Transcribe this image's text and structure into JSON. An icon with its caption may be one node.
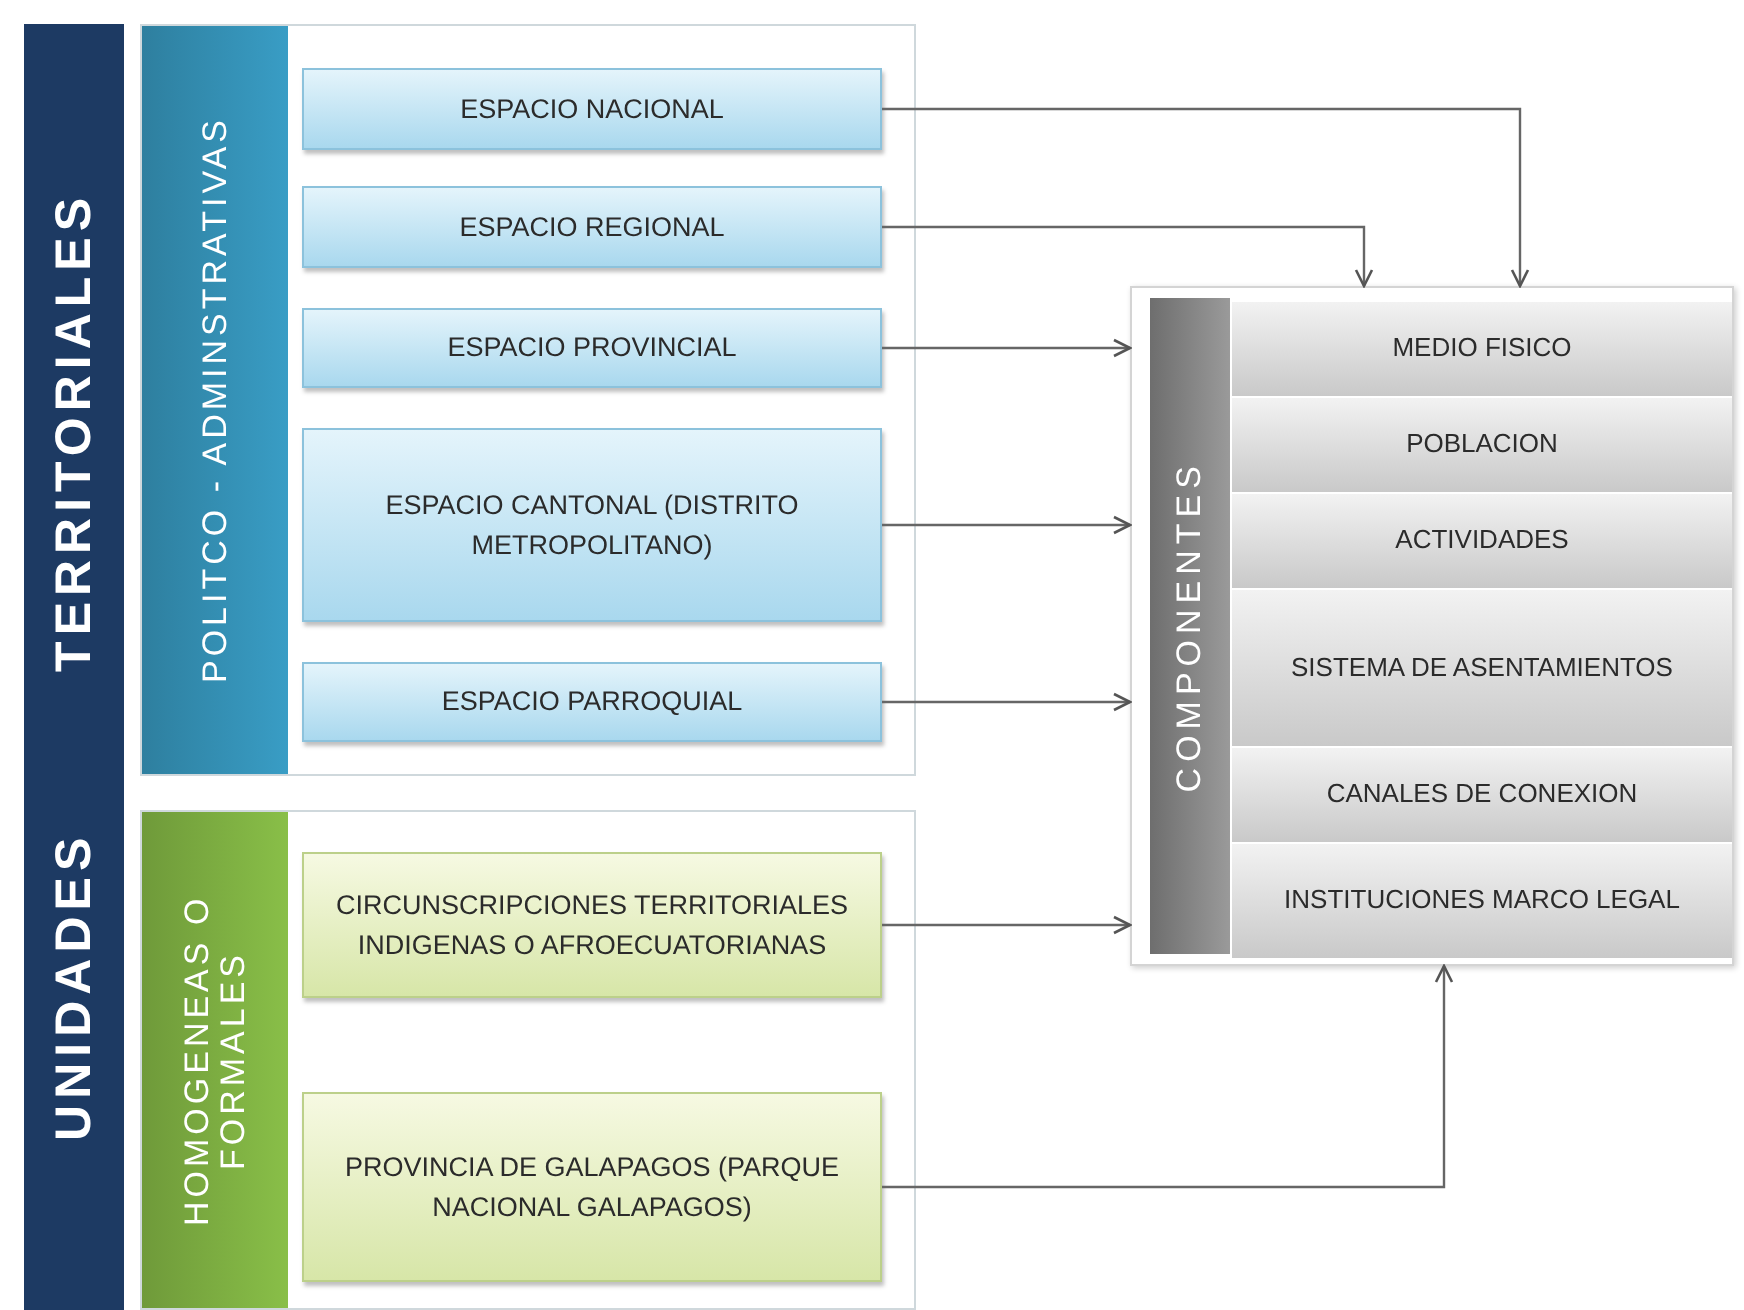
{
  "diagram": {
    "nodes": [
      {
        "text": [
          "UNIDADES TERRITORIALES"
        ]
      },
      {
        "text": [
          "POLITCO - ADMINSTRATIVAS"
        ]
      },
      {
        "text": [
          "ESPACIO NACIONAL"
        ],
        "in": 1
      },
      {
        "text": [
          "ESPACIO REGIONAL"
        ],
        "in": 1
      },
      {
        "text": [
          "ESPACIO PROVINCIAL"
        ],
        "in": 1
      },
      {
        "text": [
          "ESPACIO CANTONAL (DISTRITO METROPOLITANO)"
        ],
        "in": 1
      },
      {
        "text": [
          "ESPACIO PARROQUIAL"
        ],
        "in": 1
      },
      {
        "text": [
          "HOMOGENEAS O FORMALES"
        ]
      },
      {
        "text": [
          "CIRCUNSCRIPCIONES TERRITORIALES INDIGENAS O AFROECUATORIANAS"
        ],
        "in": 7
      },
      {
        "text": [
          "PROVINCIA DE GALAPAGOS (PARQUE NACIONAL GALAPAGOS)"
        ],
        "in": 7
      },
      {
        "text": [
          "COMPONENTES"
        ]
      },
      {
        "text": [
          "MEDIO FISICO"
        ],
        "in": 10
      },
      {
        "text": [
          "POBLACION"
        ],
        "in": 10
      },
      {
        "text": [
          "ACTIVIDADES"
        ],
        "in": 10
      },
      {
        "text": [
          "SISTEMA DE ASENTAMIENTOS"
        ],
        "in": 10
      },
      {
        "text": [
          "CANALES DE CONEXION"
        ],
        "in": 10
      },
      {
        "text": [
          "INSTITUCIONES MARCO LEGAL"
        ],
        "in": 10
      }
    ],
    "edges": [
      {
        "from": 2,
        "to": 10,
        "arrow": "to"
      },
      {
        "from": 3,
        "to": 10,
        "arrow": "to"
      },
      {
        "from": 4,
        "to": 10,
        "arrow": "to"
      },
      {
        "from": 5,
        "to": 10,
        "arrow": "to"
      },
      {
        "from": 6,
        "to": 10,
        "arrow": "to"
      },
      {
        "from": 8,
        "to": 10,
        "arrow": "to"
      },
      {
        "from": 9,
        "to": 10,
        "arrow": "to"
      }
    ]
  }
}
